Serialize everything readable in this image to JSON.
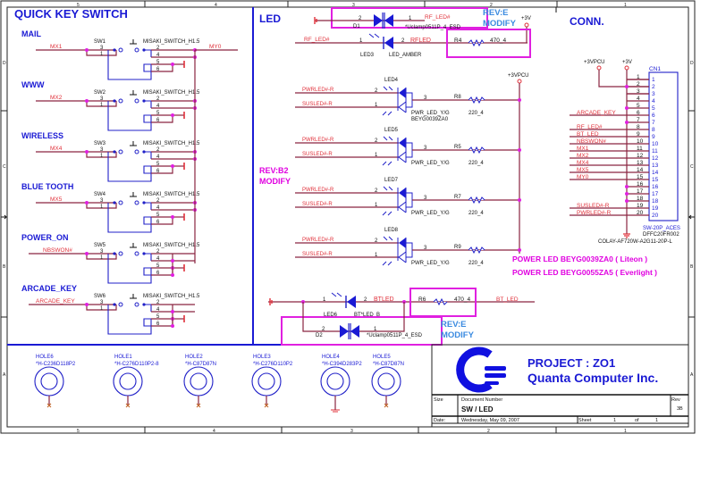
{
  "sheet": {
    "col_labels": [
      "5",
      "4",
      "3",
      "2",
      "1"
    ],
    "row_labels": [
      "D",
      "C",
      "B",
      "A"
    ]
  },
  "sections": {
    "quick_key": "QUICK KEY SWITCH",
    "led": "LED",
    "conn": "CONN."
  },
  "switches": [
    {
      "title": "MAIL",
      "ref": "SW1",
      "part": "MISAKI_SWITCH_H1.5",
      "net": "MX1",
      "out_net": "MY0"
    },
    {
      "title": "WWW",
      "ref": "SW2",
      "part": "MISAKI_SWITCH_H1.5",
      "net": "MX2",
      "out_net": ""
    },
    {
      "title": "WIRELESS",
      "ref": "SW3",
      "part": "MISAKI_SWITCH_H1.5",
      "net": "MX4",
      "out_net": ""
    },
    {
      "title": "BLUE TOOTH",
      "ref": "SW4",
      "part": "MISAKI_SWITCH_H1.5",
      "net": "MX5",
      "out_net": ""
    },
    {
      "title": "POWER_ON",
      "ref": "SW5",
      "part": "MISAKI_SWITCH_H1.5",
      "net": "NBSWON#",
      "out_net": ""
    },
    {
      "title": "ARCADE_KEY",
      "ref": "SW6",
      "part": "MISAKI_SWITCH_H1.5",
      "net": "ARCADE_KEY",
      "out_net": ""
    }
  ],
  "switch_pins": {
    "left": [
      "3",
      "1"
    ],
    "right": [
      "2",
      "4",
      "5",
      "6"
    ]
  },
  "led_top": {
    "d1": {
      "ref": "D1",
      "part": "*Uclamp0511P_4_ESD",
      "net": "RF_LED#",
      "pin_a": "2",
      "pin_b": "1"
    },
    "rev_e": {
      "line1": "REV:E",
      "line2": "MODIFY"
    },
    "plus3v": "+3V",
    "led3": {
      "ref": "LED3",
      "part": "LED_AMBER",
      "net_in": "RF_LED#",
      "net_out": "RFLED",
      "pin_a": "1",
      "pin_b": "2"
    },
    "r4": {
      "ref": "R4",
      "value": "470_4"
    }
  },
  "power_leds": {
    "supply": "+3VPCU",
    "items": [
      {
        "ref": "LED4",
        "res": "R8",
        "res_val": "220_4",
        "part": "PWR_LED_Y/G",
        "part2": "BEYG0039ZA0"
      },
      {
        "ref": "LED5",
        "res": "R5",
        "res_val": "220_4",
        "part": "PWR_LED_Y/G",
        "part2": ""
      },
      {
        "ref": "LED7",
        "res": "R7",
        "res_val": "220_4",
        "part": "PWR_LED_Y/G",
        "part2": ""
      },
      {
        "ref": "LED8",
        "res": "R9",
        "res_val": "220_4",
        "part": "PWR_LED_Y/G",
        "part2": ""
      }
    ],
    "net_a": "PWRLED#-R",
    "net_b": "SUSLED#-R",
    "pins": [
      "2",
      "1",
      "3"
    ]
  },
  "rev_b2": {
    "line1": "REV:B2",
    "line2": "MODIFY"
  },
  "notes": {
    "line1": "POWER LED BEYG0039ZA0 ( Liteon )",
    "line2": "POWER LED BEYG0055ZA5 ( Everlight )"
  },
  "bt": {
    "led6": {
      "ref": "LED6",
      "part": "BT*LED_B",
      "net": "BTLED",
      "pin_a": "1",
      "pin_b": "2"
    },
    "r6": {
      "ref": "R6",
      "value": "470_4",
      "net_out": "BT_LED"
    },
    "d2": {
      "ref": "D2",
      "part": "*Uclamp0511P_4_ESD",
      "pin_a": "2",
      "pin_b": "1"
    },
    "rev_e": {
      "line1": "REV:E",
      "line2": "MODIFY"
    }
  },
  "conn": {
    "supply_a": "+3VPCU",
    "supply_b": "+3V",
    "ref": "CN1",
    "pins": [
      "1",
      "2",
      "3",
      "4",
      "5",
      "6",
      "7",
      "8",
      "9",
      "10",
      "11",
      "12",
      "13",
      "14",
      "15",
      "16",
      "17",
      "18",
      "19",
      "20"
    ],
    "nets": {
      "6": "ARCADE_KEY",
      "8": "RF_LED#",
      "9": "BT_LED",
      "10": "NBSWON#",
      "11": "MX1",
      "12": "MX2",
      "13": "MX4",
      "14": "MX5",
      "15": "MY0",
      "19": "SUSLED#-R",
      "20": "PWRLED#-R"
    },
    "part1": "SW-20P_ACES",
    "part2": "DFFC20FR002",
    "part3": "COLAY-AF720W-A2G11-20P-L"
  },
  "holes": [
    {
      "ref": "HOLE6",
      "part": "*H-C236D118P2"
    },
    {
      "ref": "HOLE1",
      "part": "*H-C276D110P2-8"
    },
    {
      "ref": "HOLE2",
      "part": "*H-C87D87N"
    },
    {
      "ref": "HOLE3",
      "part": "*H-C276D110P2"
    },
    {
      "ref": "HOLE4",
      "part": "*H-C394D283P2"
    },
    {
      "ref": "HOLE5",
      "part": "*H-C87D87N"
    }
  ],
  "title_block": {
    "project": "PROJECT : ZO1",
    "company": "Quanta Computer Inc.",
    "size_label": "Size",
    "docnum_label": "Document Number",
    "doc_title": "SW / LED",
    "rev_label": "Rev",
    "rev": "3B",
    "date_label": "Date:",
    "date": "Wednesday, May 09, 2007",
    "sheet_label": "Sheet",
    "sheet": "1",
    "of_label": "of",
    "of": "1"
  }
}
